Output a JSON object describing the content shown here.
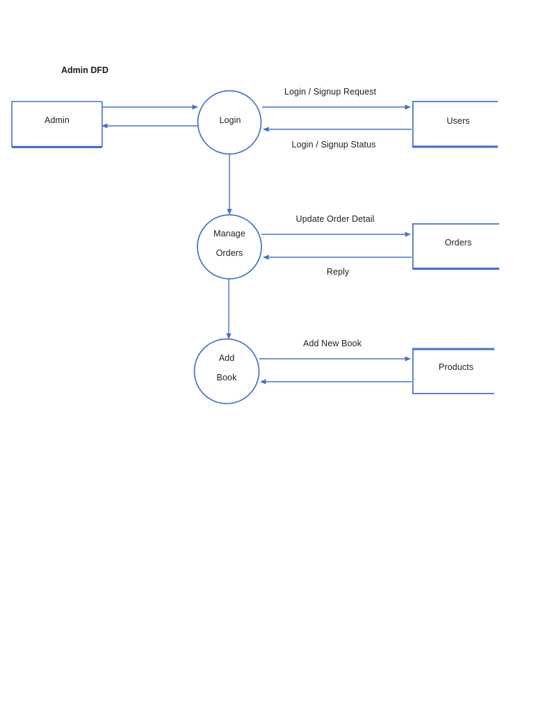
{
  "diagram": {
    "title": "Admin DFD",
    "type": "data-flow-diagram",
    "colors": {
      "stroke": "#4472C4",
      "stroke_dark": "#3f6fc0",
      "text": "#202020",
      "background": "#FFFFFF"
    },
    "entities": [
      {
        "id": "admin",
        "label": "Admin",
        "shape": "rectangle"
      },
      {
        "id": "users",
        "label": "Users",
        "shape": "rectangle"
      },
      {
        "id": "orders",
        "label": "Orders",
        "shape": "rectangle"
      },
      {
        "id": "products",
        "label": "Products",
        "shape": "rectangle"
      }
    ],
    "processes": [
      {
        "id": "login",
        "label_line1": "Login",
        "label_line2": "",
        "shape": "circle"
      },
      {
        "id": "manage-orders",
        "label_line1": "Manage",
        "label_line2": "Orders",
        "shape": "circle"
      },
      {
        "id": "add-book",
        "label_line1": "Add",
        "label_line2": "Book",
        "shape": "circle"
      }
    ],
    "flows": [
      {
        "id": "admin-to-login",
        "label": "",
        "from": "admin",
        "to": "login"
      },
      {
        "id": "login-to-admin",
        "label": "",
        "from": "login",
        "to": "admin"
      },
      {
        "id": "login-to-users",
        "label": "Login / Signup Request",
        "from": "login",
        "to": "users"
      },
      {
        "id": "users-to-login",
        "label": "Login / Signup Status",
        "from": "users",
        "to": "login"
      },
      {
        "id": "login-to-manage-orders",
        "label": "",
        "from": "login",
        "to": "manage-orders"
      },
      {
        "id": "manage-orders-to-orders",
        "label": "Update Order Detail",
        "from": "manage-orders",
        "to": "orders"
      },
      {
        "id": "orders-to-manage-orders",
        "label": "Reply",
        "from": "orders",
        "to": "manage-orders"
      },
      {
        "id": "manage-orders-to-add-book",
        "label": "",
        "from": "manage-orders",
        "to": "add-book"
      },
      {
        "id": "add-book-to-products",
        "label": "Add New Book",
        "from": "add-book",
        "to": "products"
      },
      {
        "id": "products-to-add-book",
        "label": "",
        "from": "products",
        "to": "add-book"
      }
    ]
  }
}
